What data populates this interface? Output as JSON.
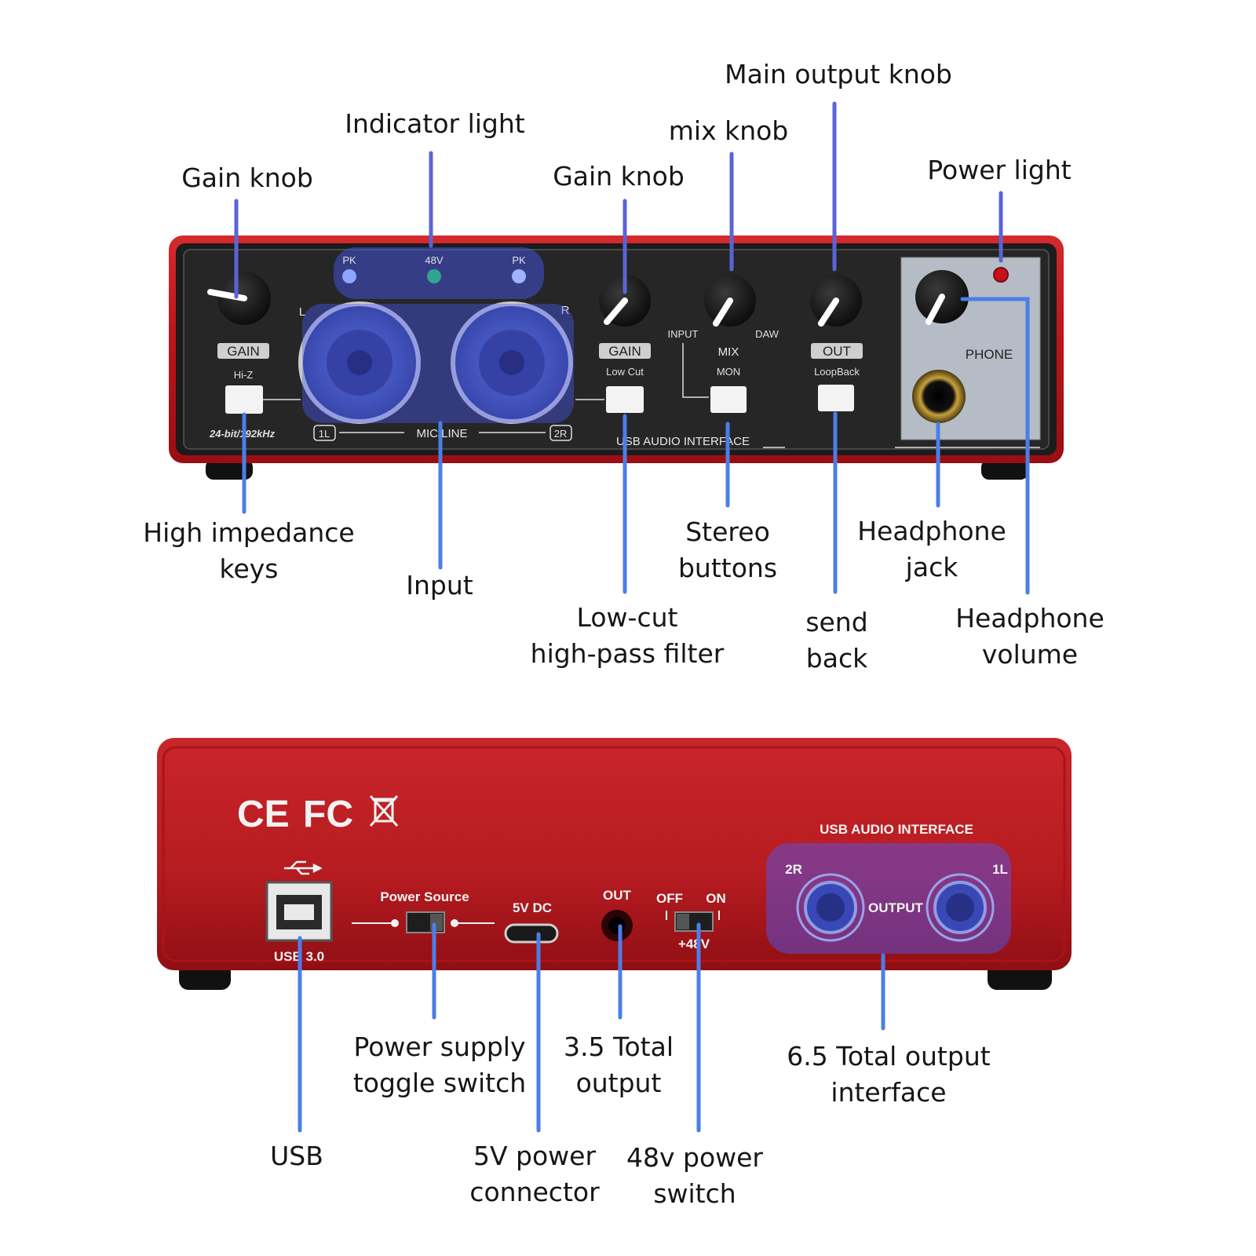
{
  "callouts_front": {
    "gain_knob_left": "Gain knob",
    "indicator_light": "Indicator light",
    "gain_knob_right": "Gain knob",
    "mix_knob": "mix knob",
    "main_output_knob": "Main output knob",
    "power_light": "Power light",
    "high_impedance_keys": [
      "High impedance",
      "keys"
    ],
    "input": "Input",
    "low_cut": [
      "Low-cut",
      "high-pass filter"
    ],
    "stereo_buttons": [
      "Stereo",
      "buttons"
    ],
    "send_back": [
      "send",
      "back"
    ],
    "headphone_jack": [
      "Headphone",
      "jack"
    ],
    "headphone_volume": [
      "Headphone",
      "volume"
    ]
  },
  "callouts_back": {
    "usb": "USB",
    "power_toggle": [
      "Power supply",
      "toggle switch"
    ],
    "five_v_connector": [
      "5V power",
      "connector"
    ],
    "total_output_35": [
      "3.5 Total",
      "output"
    ],
    "power_48v_switch": [
      "48v power",
      "switch"
    ],
    "total_output_65": [
      "6.5 Total output",
      "interface"
    ]
  },
  "front_panel": {
    "pk_left": "PK",
    "v48": "48V",
    "pk_right": "PK",
    "gain_left": "GAIN",
    "hiz": "Hi-Z",
    "l": "L",
    "r": "R",
    "gain_right": "GAIN",
    "low_cut": "Low Cut",
    "input": "INPUT",
    "daw": "DAW",
    "mix": "MIX",
    "mon": "MON",
    "out": "OUT",
    "loopback": "LoopBack",
    "phone": "PHONE",
    "spec": "24-bit/192kHz",
    "ch1": "1L",
    "ch2": "2R",
    "mic_line": "MIC/LINE",
    "usb_audio_interface": "USB AUDIO INTERFACE"
  },
  "back_panel": {
    "ce": "CE",
    "fc": "FC",
    "usb_audio_interface": "USB AUDIO INTERFACE",
    "usb30": "USB 3.0",
    "power_source": "Power Source",
    "five_v_dc": "5V DC",
    "out": "OUT",
    "off": "OFF",
    "on": "ON",
    "plus48v": "+48V",
    "ch2": "2R",
    "ch1": "1L",
    "output": "OUTPUT"
  },
  "colors": {
    "body_red": "#c3161c",
    "panel_black": "#222222",
    "leader_blue": "#5b63d6",
    "highlight_blue": "#4a5cff"
  }
}
